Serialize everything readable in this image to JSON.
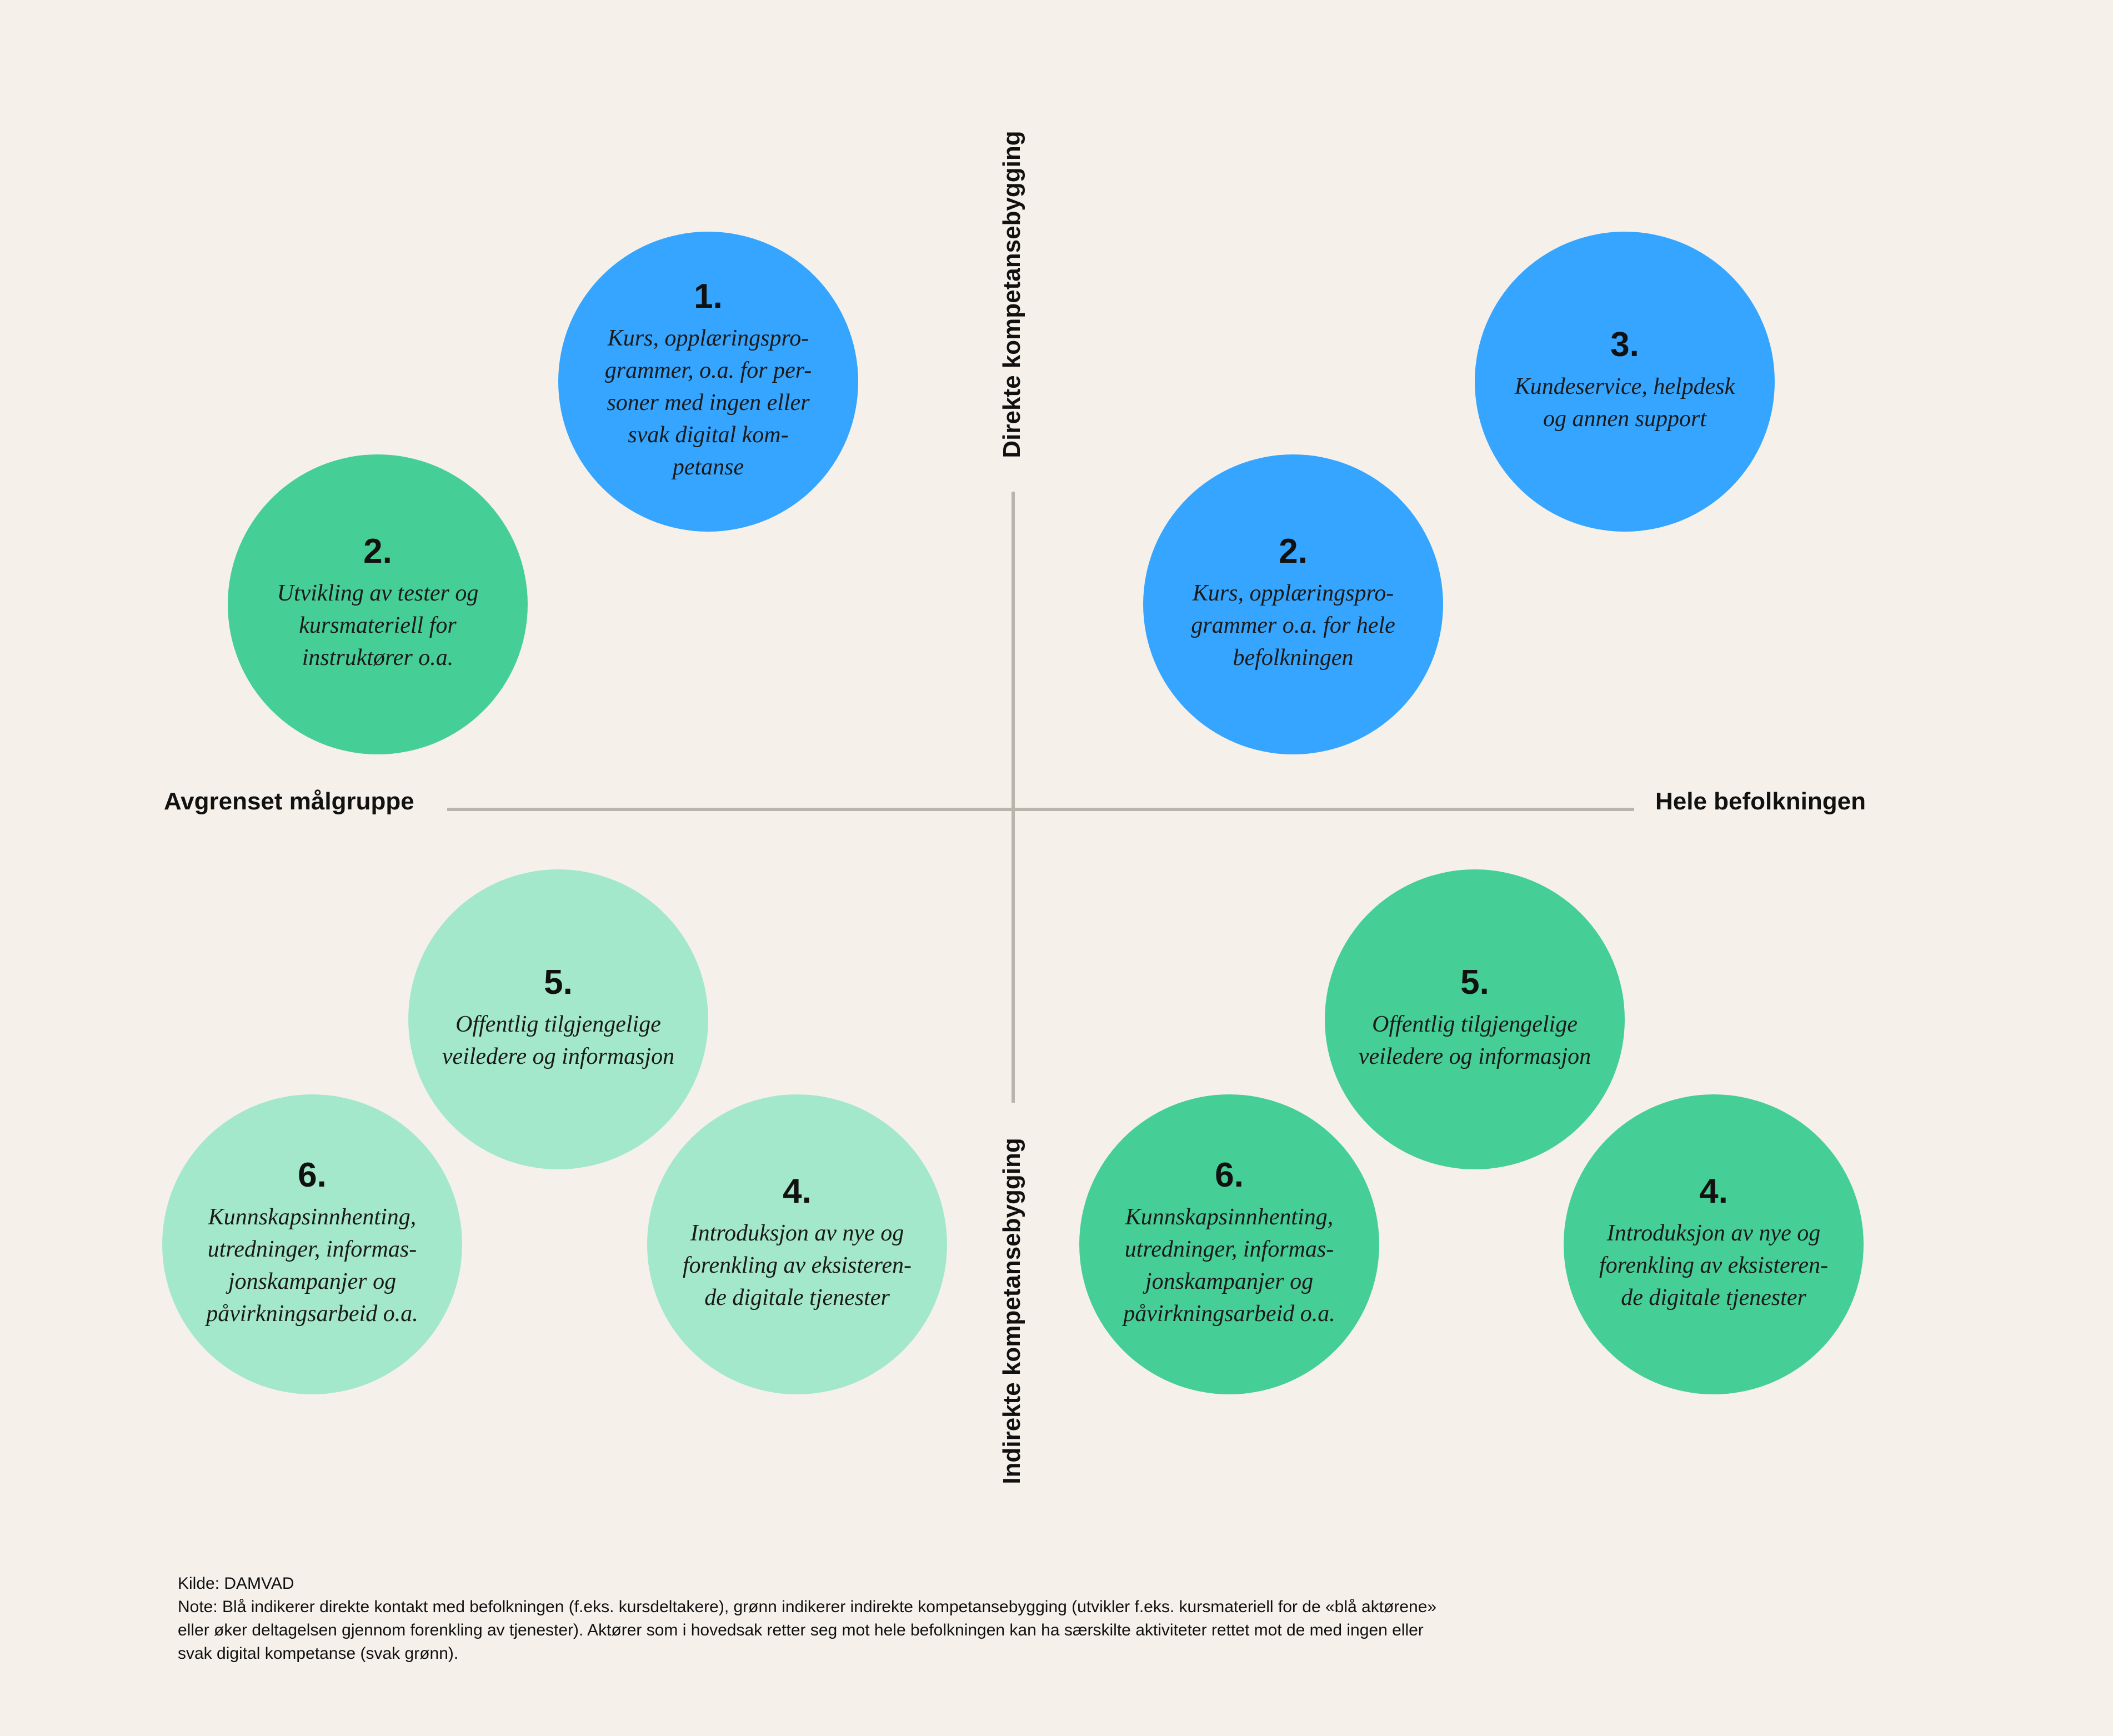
{
  "axes": {
    "top": "Direkte kompetansebygging",
    "bottom": "Indirekte kompetansebygging",
    "left": "Avgrenset målgruppe",
    "right": "Hele befolkningen"
  },
  "colors": {
    "direct": "#35a5ff",
    "indirect": "#46ce97",
    "weak_indirect": "#a4e8cb",
    "axis": "#b9b5aa",
    "background": "#f5f1ea"
  },
  "left": {
    "c1": {
      "num": "1.",
      "text": "Kurs, opplæringspro-grammer, o.a. for per-soner med ingen eller svak digital kom-petanse"
    },
    "c2": {
      "num": "2.",
      "text": "Utvikling av tester og kursmateriell for instruktører o.a."
    },
    "c5": {
      "num": "5.",
      "text": "Offentlig tilgjengelige veiledere og informasjon"
    },
    "c6": {
      "num": "6.",
      "text": "Kunnskapsinnhenting, utredninger, informas-jonskampanjer og påvirkningsarbeid o.a."
    },
    "c4": {
      "num": "4.",
      "text": "Introduksjon av nye og forenkling av eksisteren-de digitale tjenester"
    }
  },
  "right": {
    "c3": {
      "num": "3.",
      "text": "Kundeservice, helpdesk og annen support"
    },
    "c2": {
      "num": "2.",
      "text": "Kurs, opplæringspro-grammer o.a. for hele befolkningen"
    },
    "c5": {
      "num": "5.",
      "text": "Offentlig tilgjengelige veiledere og informasjon"
    },
    "c6": {
      "num": "6.",
      "text": "Kunnskapsinnhenting, utredninger, informas-jonskampanjer og påvirkningsarbeid o.a."
    },
    "c4": {
      "num": "4.",
      "text": "Introduksjon av nye og forenkling av eksisteren-de digitale tjenester"
    }
  },
  "footer": {
    "source": "Kilde: DAMVAD",
    "note": "Note: Blå indikerer direkte kontakt med befolkningen (f.eks. kursdeltakere), grønn indikerer indirekte kompetansebygging (utvikler f.eks. kursmateriell for de «blå aktørene» eller øker deltagelsen gjennom forenkling av tjenester). Aktører som i hovedsak retter seg mot hele befolkningen kan ha særskilte aktiviteter rettet mot de med ingen eller svak digital kompetanse (svak grønn)."
  }
}
